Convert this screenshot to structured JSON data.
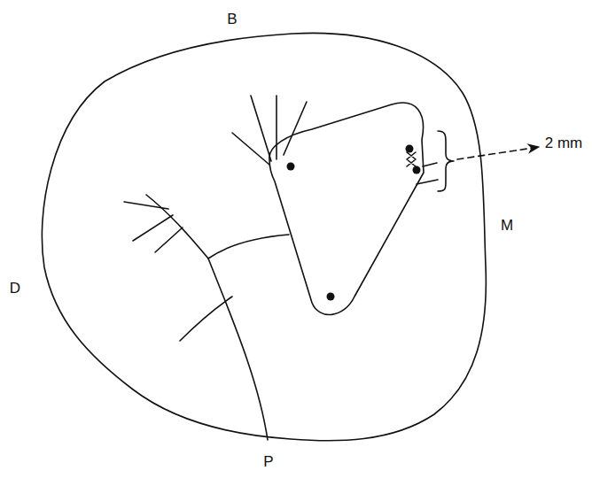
{
  "diagram": {
    "labels": [
      "B",
      "2 mm",
      "M",
      "D",
      "P"
    ]
  }
}
